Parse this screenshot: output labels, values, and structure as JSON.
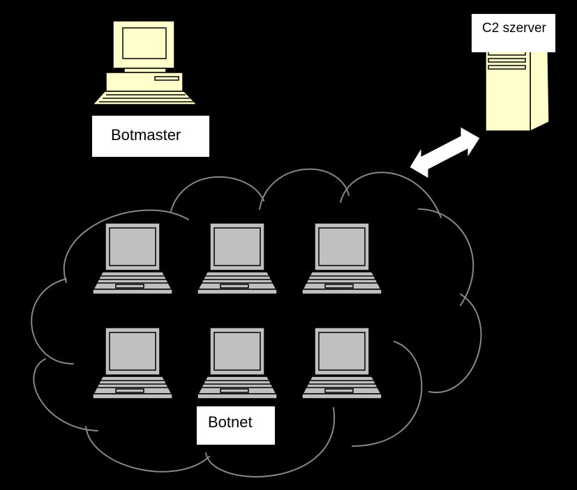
{
  "diagram": {
    "nodes": {
      "botmaster": {
        "label": "Botmaster",
        "icon": "desktop-computer-icon",
        "color": "#ffffcc"
      },
      "c2_server": {
        "label": "C2 szerver",
        "icon": "tower-server-icon",
        "color": "#ffffcc"
      },
      "botnet": {
        "label": "Botnet",
        "icon": "cloud-icon",
        "bot_icon": "laptop-icon",
        "bot_count": 6,
        "bot_color": "#c0c0c0"
      }
    },
    "edges": [
      {
        "from": "c2_server",
        "to": "botnet",
        "style": "double-arrow",
        "color": "#ffffff"
      }
    ],
    "background": "#000000"
  }
}
